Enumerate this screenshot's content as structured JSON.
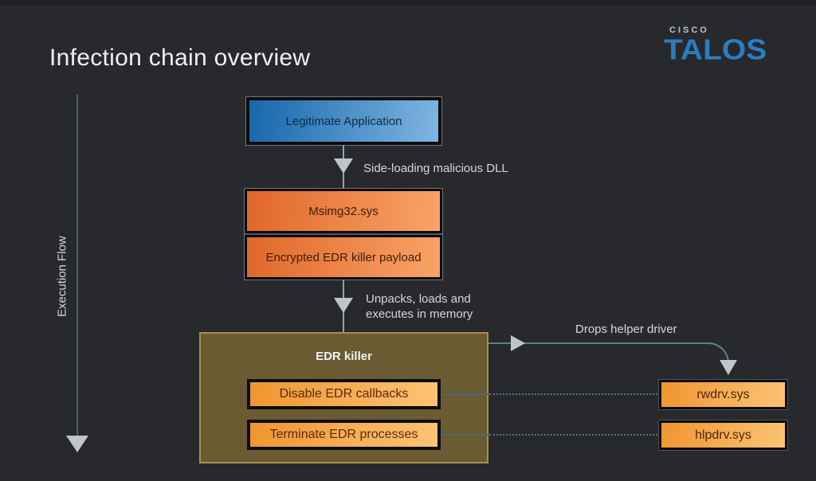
{
  "title": "Infection chain overview",
  "logo": {
    "cisco": "CISCO",
    "talos": "TALOS"
  },
  "flow_axis": {
    "label": "Execution Flow"
  },
  "nodes": {
    "legitimate_application": "Legitimate Application",
    "msimg32": "Msimg32.sys",
    "encrypted_payload": "Encrypted EDR killer payload",
    "edr_killer": "EDR killer",
    "disable_callbacks": "Disable EDR callbacks",
    "terminate_processes": "Terminate EDR processes",
    "rwdrv": "rwdrv.sys",
    "hlpdrv": "hlpdrv.sys"
  },
  "edges": {
    "side_loading": "Side-loading malicious DLL",
    "unpacks_line1": "Unpacks, loads and",
    "unpacks_line2": "executes in memory",
    "drops_helper": "Drops helper driver"
  },
  "colors": {
    "bg": "#27292c",
    "top_strip": "#1e2023",
    "title_text": "#eef0f2",
    "label_text": "#d6d8da",
    "cisco_gray": "#bfc3c6",
    "talos_blue": "#2b7dc0",
    "exec_line": "#466370",
    "connector_line": "#9aa0a3",
    "arrow_gray": "#c2c5c7",
    "teal_line": "#5d8190",
    "dotted_line": "#5e7180",
    "frame_gray": "#74787b",
    "black_border": "#0b0c0d",
    "blue_grad_start": "#1766ab",
    "blue_grad_end": "#7fb6e2",
    "blue_text": "#0e2c49",
    "orange_deep_start": "#e0662a",
    "orange_deep_end": "#f9a468",
    "orange_deep_text": "#3f1d0a",
    "orange_light_start": "#ef9530",
    "orange_light_end": "#fcc475",
    "orange_light_text": "#5c2a0e",
    "edr_bg": "#6a5b33",
    "edr_border": "#a78f4d"
  }
}
